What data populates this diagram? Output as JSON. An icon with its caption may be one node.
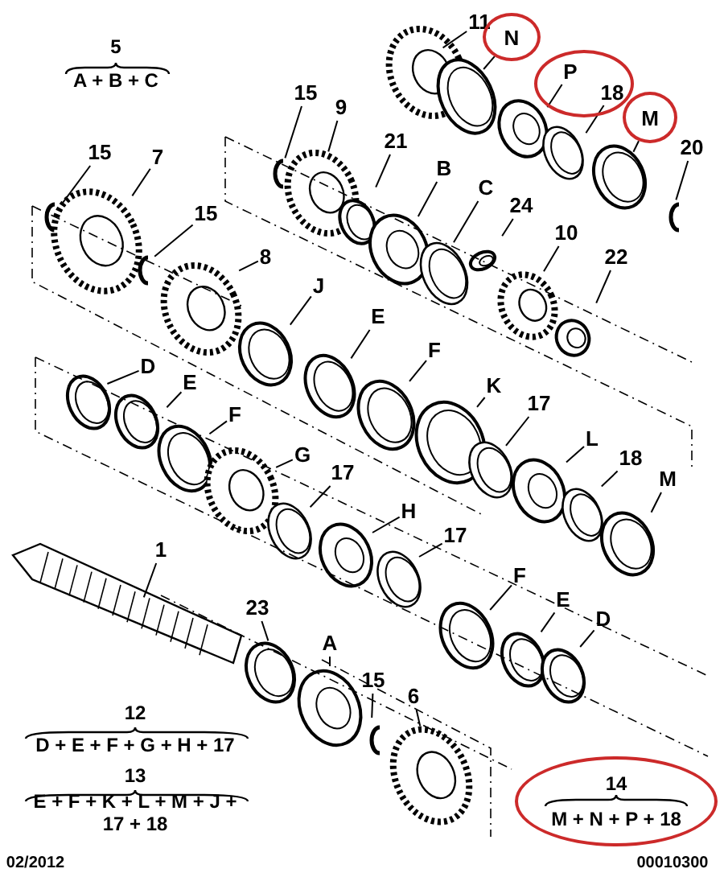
{
  "diagram": {
    "nodes": [
      {
        "text": [
          "11"
        ]
      },
      {
        "text": [
          "N"
        ]
      },
      {
        "text": [],
        "shape": "circle"
      },
      {
        "text": [
          "P"
        ],
        "in": 2
      },
      {
        "text": [
          "18"
        ],
        "in": 2
      },
      {
        "text": [
          "M"
        ]
      },
      {
        "text": [
          "15"
        ]
      },
      {
        "text": [
          "9"
        ]
      },
      {
        "text": [
          "20"
        ]
      },
      {
        "text": [
          "21"
        ]
      },
      {
        "text": [
          "15"
        ]
      },
      {
        "text": [
          "7"
        ]
      },
      {
        "text": [
          "B"
        ]
      },
      {
        "text": [
          "C"
        ]
      },
      {
        "text": [
          "24"
        ]
      },
      {
        "text": [
          "15"
        ]
      },
      {
        "text": [
          "10"
        ]
      },
      {
        "text": [
          "8"
        ]
      },
      {
        "text": [
          "22"
        ]
      },
      {
        "text": [
          "J"
        ]
      },
      {
        "text": [
          "E"
        ]
      },
      {
        "text": [
          "F"
        ]
      },
      {
        "text": [
          "D"
        ]
      },
      {
        "text": [
          "E"
        ]
      },
      {
        "text": [
          "K"
        ]
      },
      {
        "text": [
          "17"
        ]
      },
      {
        "text": [
          "F"
        ]
      },
      {
        "text": [
          "L"
        ]
      },
      {
        "text": [
          "G"
        ]
      },
      {
        "text": [
          "18"
        ]
      },
      {
        "text": [
          "17"
        ]
      },
      {
        "text": [
          "M"
        ]
      },
      {
        "text": [
          "H"
        ]
      },
      {
        "text": [
          "17"
        ]
      },
      {
        "text": [
          "1"
        ]
      },
      {
        "text": [
          "F"
        ]
      },
      {
        "text": [
          "E"
        ]
      },
      {
        "text": [
          "D"
        ]
      },
      {
        "text": [
          "23"
        ]
      },
      {
        "text": [
          "A"
        ]
      },
      {
        "text": [
          "15"
        ]
      },
      {
        "text": [
          "6"
        ]
      },
      {
        "text": [
          "14",
          "M + N + P + 18"
        ]
      }
    ],
    "edges": [
      {
        "from": 0,
        "to": null,
        "arrow": "none"
      },
      {
        "from": 1,
        "to": null,
        "arrow": "none"
      },
      {
        "from": 3,
        "to": null,
        "arrow": "none"
      },
      {
        "from": 4,
        "to": null,
        "arrow": "none"
      },
      {
        "from": 5,
        "to": null,
        "arrow": "none"
      },
      {
        "from": 6,
        "to": null,
        "arrow": "none"
      },
      {
        "from": 7,
        "to": null,
        "arrow": "none"
      },
      {
        "from": 8,
        "to": null,
        "arrow": "none"
      },
      {
        "from": 9,
        "to": null,
        "arrow": "none"
      },
      {
        "from": 10,
        "to": null,
        "arrow": "none"
      },
      {
        "from": 11,
        "to": null,
        "arrow": "none"
      },
      {
        "from": 12,
        "to": null,
        "arrow": "none"
      },
      {
        "from": 13,
        "to": null,
        "arrow": "none"
      },
      {
        "from": 14,
        "to": null,
        "arrow": "none"
      },
      {
        "from": 15,
        "to": null,
        "arrow": "none"
      },
      {
        "from": 16,
        "to": null,
        "arrow": "none"
      },
      {
        "from": 17,
        "to": null,
        "arrow": "none"
      },
      {
        "from": 18,
        "to": null,
        "arrow": "none"
      },
      {
        "from": 19,
        "to": null,
        "arrow": "none"
      },
      {
        "from": 20,
        "to": null,
        "arrow": "none"
      },
      {
        "from": 21,
        "to": null,
        "arrow": "none"
      },
      {
        "from": 22,
        "to": null,
        "arrow": "none"
      },
      {
        "from": 23,
        "to": null,
        "arrow": "none"
      },
      {
        "from": 24,
        "to": null,
        "arrow": "none"
      },
      {
        "from": 25,
        "to": null,
        "arrow": "none"
      },
      {
        "from": 26,
        "to": null,
        "arrow": "none"
      },
      {
        "from": 27,
        "to": null,
        "arrow": "none"
      },
      {
        "from": 28,
        "to": null,
        "arrow": "none"
      },
      {
        "from": 29,
        "to": null,
        "arrow": "none"
      },
      {
        "from": 30,
        "to": null,
        "arrow": "none"
      },
      {
        "from": 31,
        "to": null,
        "arrow": "none"
      },
      {
        "from": 32,
        "to": null,
        "arrow": "none"
      },
      {
        "from": 33,
        "to": null,
        "arrow": "none"
      },
      {
        "from": 34,
        "to": null,
        "arrow": "none"
      },
      {
        "from": 35,
        "to": null,
        "arrow": "none"
      },
      {
        "from": 36,
        "to": null,
        "arrow": "none"
      },
      {
        "from": 37,
        "to": null,
        "arrow": "none"
      },
      {
        "from": 38,
        "to": null,
        "arrow": "none"
      },
      {
        "from": 39,
        "to": null,
        "arrow": "none"
      },
      {
        "from": 40,
        "to": null,
        "arrow": "none"
      },
      {
        "from": 41,
        "to": null,
        "arrow": "none"
      }
    ],
    "labels": [
      "5",
      "A + B + C",
      "12",
      "D + E + F + G + H + 17",
      "13",
      "E + F + K + L + M + J + 17 + 18",
      "02/2012",
      "00010300"
    ]
  }
}
